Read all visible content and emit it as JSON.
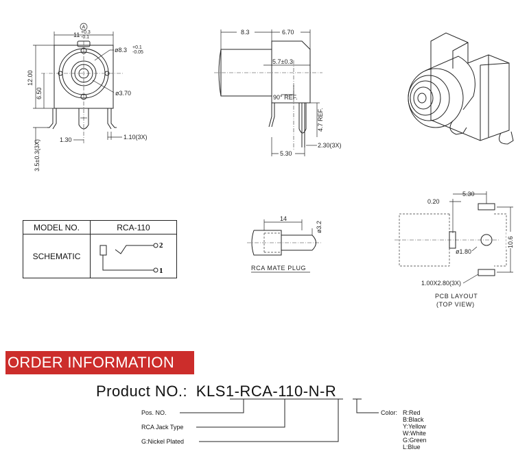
{
  "front_view": {
    "circle_a": "A",
    "width_dim": "11",
    "width_tol_upper": "+0.3",
    "width_tol_lower": "-0.1",
    "bore_dim": "ø8.3",
    "bore_tol_upper": "+0.1",
    "bore_tol_lower": "-0.05",
    "height_dim": "12.00",
    "center_height_dim": "6.50",
    "pin_hole_dim": "ø3.70",
    "pin_offset_dim": "1.30",
    "pin_width_dim": "1.10(3X)",
    "pin_length_dim": "3.5±0.3(3X)"
  },
  "side_view": {
    "left_dim": "8.3",
    "right_dim": "6.70",
    "center_dim": "5.7±0.3",
    "angle_note": "90° REF.",
    "height_ref": "4.7 REF.",
    "pin_thickness": "2.30(3X)",
    "bottom_dim": "5.30"
  },
  "model_table": {
    "header_label": "MODEL NO.",
    "model_value": "RCA-110",
    "schematic_label": "SCHEMATIC",
    "terminal_2": "2",
    "terminal_1": "1"
  },
  "mate_plug": {
    "length_dim": "14",
    "diameter_dim": "ø3.2",
    "caption": "RCA MATE PLUG"
  },
  "pcb_layout": {
    "top_dim": "5.30",
    "offset_dim": "0.20",
    "height_dim": "10.6",
    "hole_dim": "ø1.80",
    "pad_dim": "1.00X2.80(3X)",
    "caption_line1": "PCB LAYOUT",
    "caption_line2": "(TOP VIEW)"
  },
  "order": {
    "header": "ORDER INFORMATION",
    "product_label": "Product NO.:",
    "part_1": "KLS1-RCA-110",
    "part_sep_1": "-",
    "part_2": "N",
    "part_sep_2": "-",
    "part_3": "R",
    "pos_no": "Pos. NO.",
    "jack_type": "RCA  Jack Type",
    "plating": "G:Nickel Plated",
    "color_label": "Color:",
    "colors": [
      "R:Red",
      "B:Black",
      "Y:Yellow",
      "W:White",
      "G:Green",
      "L:Blue"
    ]
  }
}
